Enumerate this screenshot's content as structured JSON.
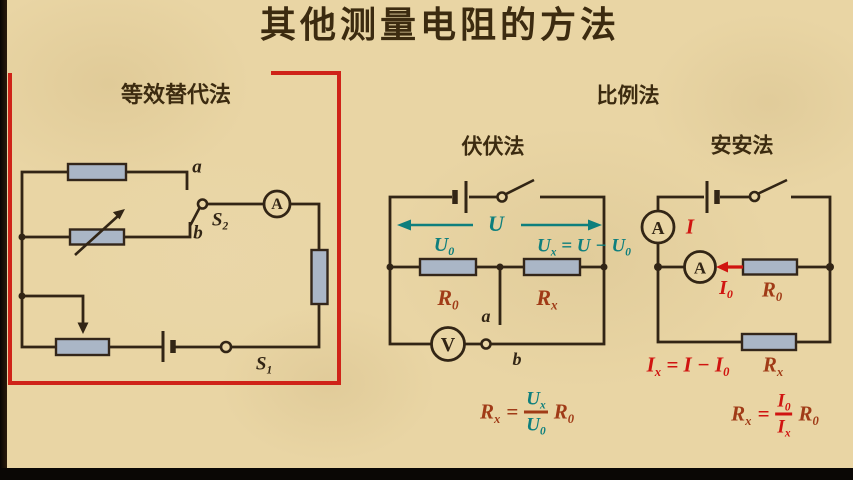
{
  "colors": {
    "parchment": "#e9d5a4",
    "ink": "#322515",
    "resistor_fill": "#aab6c6",
    "red_frame": "#cf2318",
    "teal": "#0e7f7d",
    "bright_red": "#d01410",
    "brown_red": "#a03b17"
  },
  "title": "其他测量电阻的方法",
  "sections": {
    "substitution_label": "等效替代法",
    "proportion_label": "比例法",
    "volt_volt_label": "伏伏法",
    "amp_amp_label": "安安法"
  },
  "substitution": {
    "point_a": "a",
    "point_b": "b",
    "switch2_base": "S",
    "switch2_sub": "2",
    "switch1_base": "S",
    "switch1_sub": "1",
    "ammeter_letter": "A"
  },
  "volt_volt": {
    "u_total": "U",
    "u0_base": "U",
    "u0_sub": "0",
    "ux_lhs": "U",
    "ux_lhs_sub": "x",
    "ux_rhs": " = U − U",
    "ux_rhs_sub": "0",
    "r0_base": "R",
    "r0_sub": "0",
    "rx_base": "R",
    "rx_sub": "x",
    "voltmeter_letter": "V",
    "point_a": "a",
    "point_b": "b",
    "formula": {
      "lhs": "R",
      "lhs_sub": "x",
      "eq": "=",
      "num": "U",
      "num_sub": "x",
      "den": "U",
      "den_sub": "0",
      "factor": "R",
      "factor_sub": "0"
    }
  },
  "amp_amp": {
    "ammeter_letter": "A",
    "i_total": "I",
    "i0_base": "I",
    "i0_sub": "0",
    "r0_base": "R",
    "r0_sub": "0",
    "rx_base": "R",
    "rx_sub": "x",
    "ix_lhs": "I",
    "ix_lhs_sub": "x",
    "ix_rhs": " = I − I",
    "ix_rhs_sub": "0",
    "formula": {
      "lhs": "R",
      "lhs_sub": "x",
      "eq": "=",
      "num": "I",
      "num_sub": "0",
      "den": "I",
      "den_sub": "x",
      "factor": "R",
      "factor_sub": "0"
    }
  }
}
